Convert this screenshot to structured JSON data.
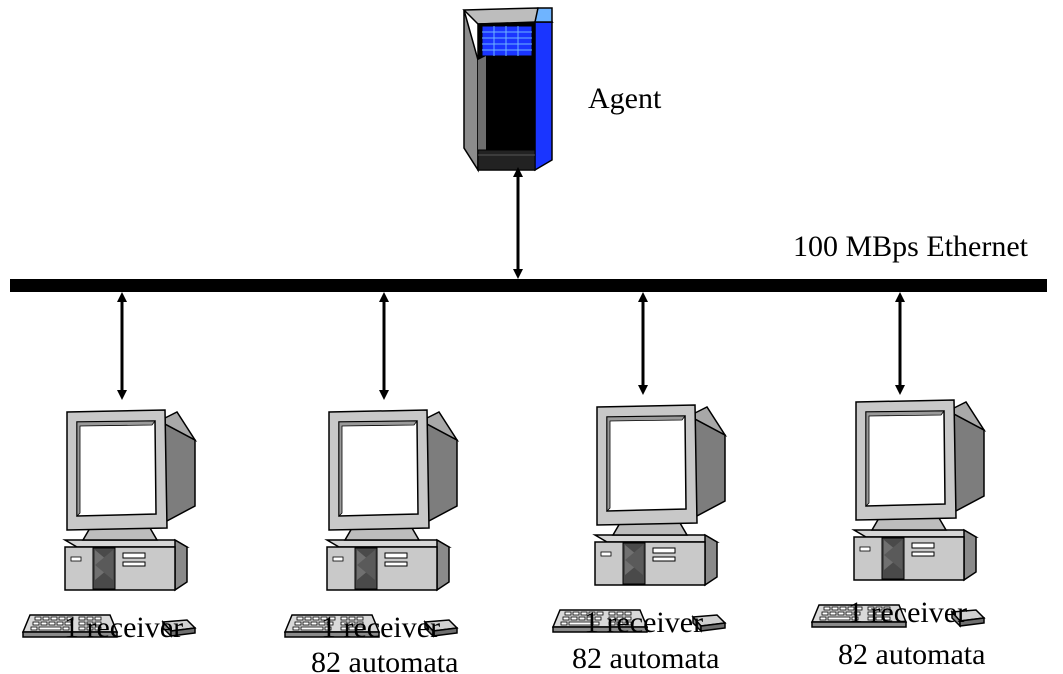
{
  "server": {
    "label": "Agent",
    "icon": "server-tower-icon",
    "colors": {
      "front": "#000000",
      "side_panel": "#1a35ff",
      "side_panel_light": "#6fb4ff",
      "body_gray": "#8c8c8c"
    }
  },
  "network": {
    "label": "100 MBps Ethernet",
    "bus_color": "#000000"
  },
  "workstations": [
    {
      "icon": "desktop-computer-icon",
      "label_lines": [
        "1 receiver"
      ]
    },
    {
      "icon": "desktop-computer-icon",
      "label_lines": [
        "1 receiver",
        "82 automata"
      ]
    },
    {
      "icon": "desktop-computer-icon",
      "label_lines": [
        "1 receiver",
        "82 automata"
      ]
    },
    {
      "icon": "desktop-computer-icon",
      "label_lines": [
        "1 receiver",
        "82 automata"
      ]
    }
  ]
}
